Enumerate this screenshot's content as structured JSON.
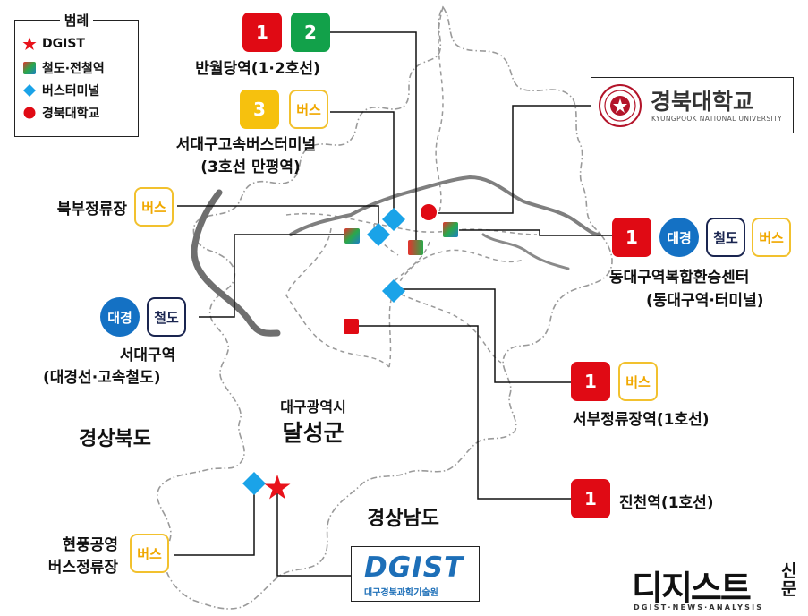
{
  "legend": {
    "title": "범례",
    "items": [
      {
        "label": "DGIST",
        "icon": "red-star-icon"
      },
      {
        "label": "철도·전철역",
        "icon": "gradient-square-icon"
      },
      {
        "label": "버스터미널",
        "icon": "blue-diamond-icon"
      },
      {
        "label": "경북대학교",
        "icon": "red-circle-icon"
      }
    ]
  },
  "stations": {
    "banwoldang": {
      "badges": [
        "1",
        "2"
      ],
      "label": "반월당역(1·2호선)"
    },
    "seodaegu_bus": {
      "badges": [
        "3",
        "버스"
      ],
      "label_1": "서대구고속버스터미널",
      "label_2": "(3호선 만평역)"
    },
    "bukbu": {
      "badge": "버스",
      "label": "북부정류장"
    },
    "dongdaegu": {
      "badges": [
        "1",
        "대경",
        "철도",
        "버스"
      ],
      "label_1": "동대구역복합환승센터",
      "label_2": "(동대구역·터미널)"
    },
    "seodaegu_rail": {
      "badges": [
        "대경",
        "철도"
      ],
      "label_1": "서대구역",
      "label_2": "(대경선·고속철도)"
    },
    "seobu": {
      "badges": [
        "1",
        "버스"
      ],
      "label": "서부정류장역(1호선)"
    },
    "jincheon": {
      "badge": "1",
      "label": "진천역(1호선)"
    },
    "hyeonpung": {
      "badge": "버스",
      "label_1": "현풍공영",
      "label_2": "버스정류장"
    }
  },
  "knu_logo": {
    "name": "경북대학교",
    "sub": "KYUNGPOOK NATIONAL UNIVERSITY"
  },
  "dgist_logo": {
    "name": "DGIST",
    "sub": "대구경북과학기술원"
  },
  "regions": {
    "gyeongbuk": "경상북도",
    "gyeongnam": "경상남도",
    "daegu": "대구광역시",
    "dalseong": "달성군"
  },
  "news_brand": {
    "name": "디지스트",
    "suffix_1": "신",
    "suffix_2": "문",
    "tagline": "DGIST·NEWS·ANALYSIS"
  },
  "colors": {
    "line1": "#e00a14",
    "line2": "#12a14a",
    "line3": "#f6c10e",
    "bus": "#f2c12e",
    "daegyeong": "#1471c4",
    "rail": "#1a2550",
    "terminal": "#1aa3e8",
    "river": "#8a8a8a"
  }
}
